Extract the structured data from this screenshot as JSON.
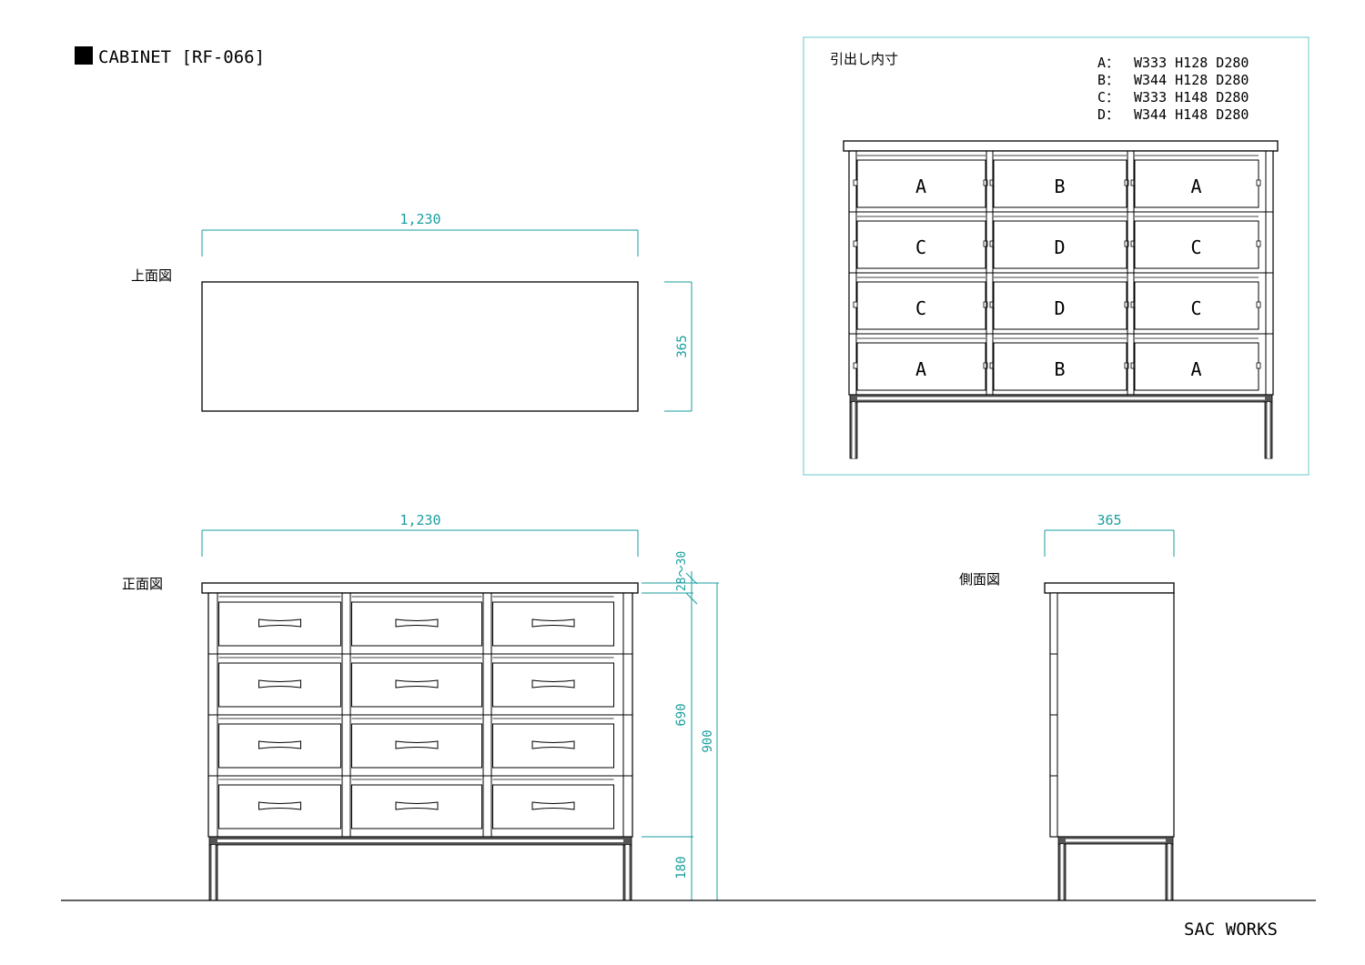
{
  "title": "CABINET [RF-066]",
  "footer": "SAC WORKS",
  "colors": {
    "line": "#000000",
    "dimension": "#1a9e9e",
    "panel_border": "#7fd3d3",
    "leg": "#555555"
  },
  "views": {
    "top": {
      "label": "上面図",
      "width_dim": "1,230",
      "depth_dim": "365"
    },
    "front": {
      "label": "正面図",
      "width_dim": "1,230",
      "top_thickness_dim": "28～30",
      "body_dim": "690",
      "total_height_dim": "900",
      "leg_dim": "180"
    },
    "side": {
      "label": "側面図",
      "depth_dim": "365"
    }
  },
  "drawer_panel": {
    "title": "引出し内寸",
    "specs": [
      {
        "label": "A：",
        "value": "W333 H128 D280"
      },
      {
        "label": "B：",
        "value": "W344 H128 D280"
      },
      {
        "label": "C：",
        "value": "W333 H148 D280"
      },
      {
        "label": "D：",
        "value": "W344 H148 D280"
      }
    ],
    "grid": [
      [
        "A",
        "B",
        "A"
      ],
      [
        "C",
        "D",
        "C"
      ],
      [
        "C",
        "D",
        "C"
      ],
      [
        "A",
        "B",
        "A"
      ]
    ]
  }
}
